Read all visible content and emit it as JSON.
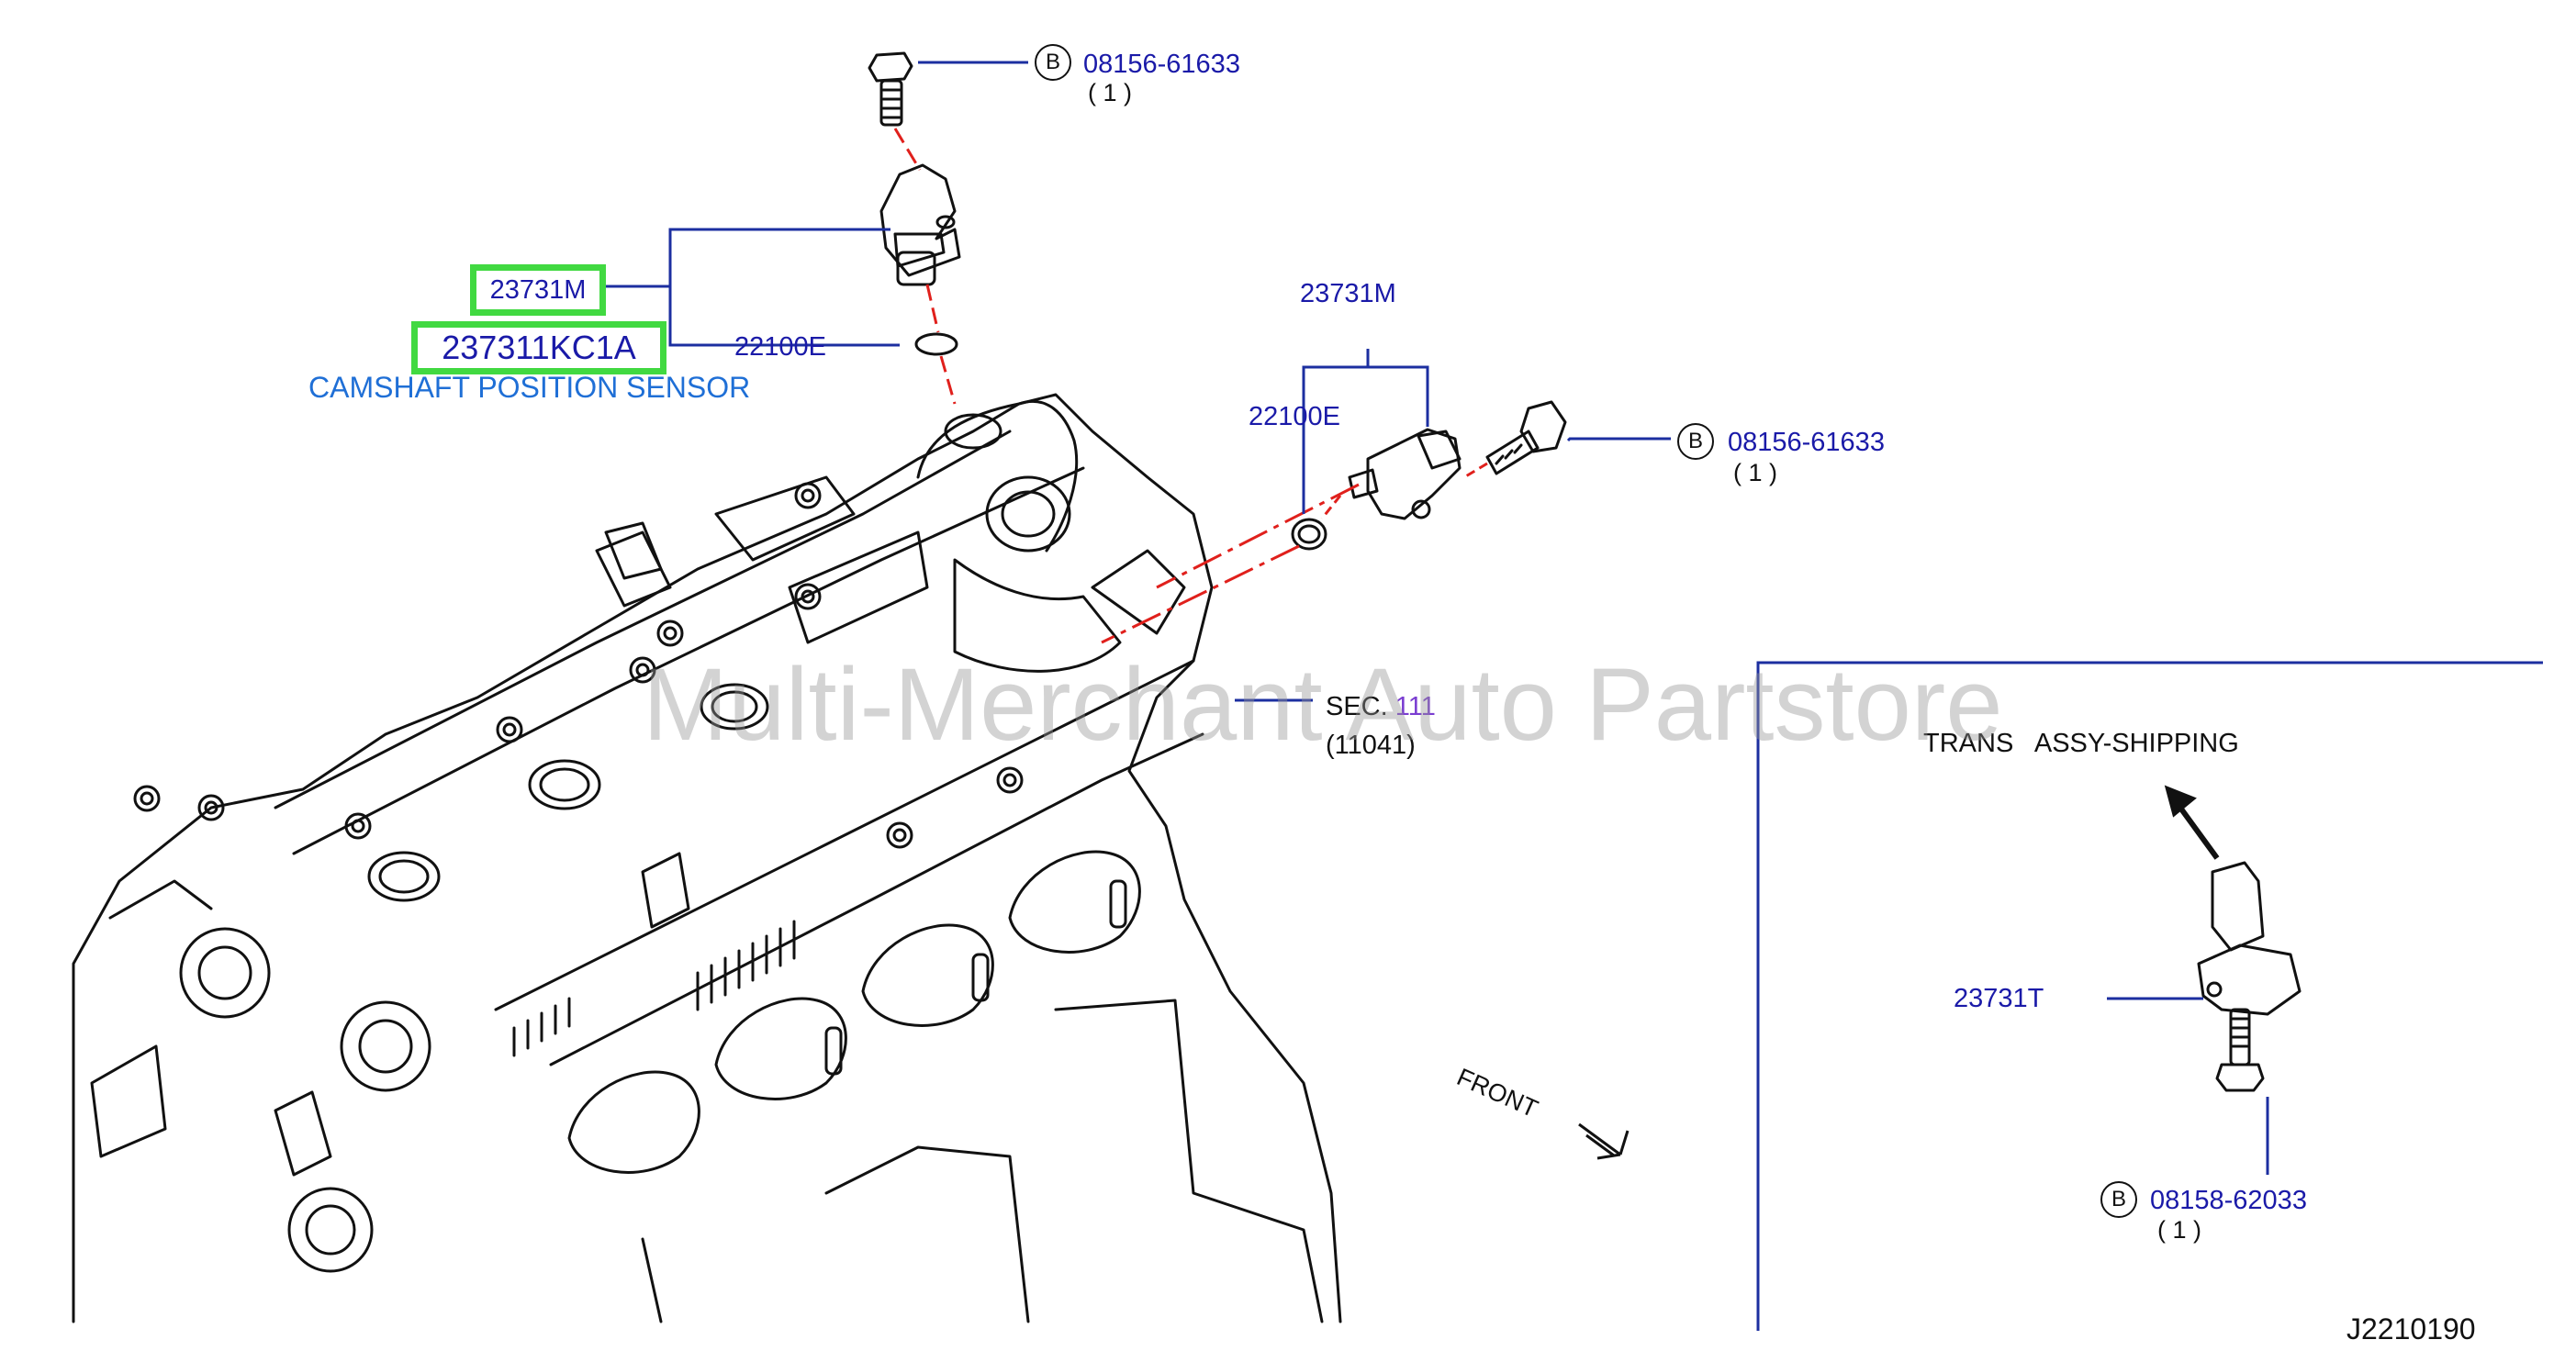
{
  "labels": {
    "top_bolt_part": "08156-61633",
    "top_bolt_qty": "( 1 )",
    "b_mark": "B",
    "hl_part_1": "23731M",
    "hl_part_2": "237311KC1A",
    "caption": "CAMSHAFT POSITION SENSOR",
    "oring_left": "22100E",
    "sensor_right_part": "23731M",
    "oring_right": "22100E",
    "right_bolt_part": "08156-61633",
    "right_bolt_qty": "( 1 )",
    "sec_prefix": "SEC.",
    "sec_number": "111",
    "sec_ref": "(11041)",
    "trans_title": "TRANS   ASSY-SHIPPING",
    "trans_sensor_part": "23731T",
    "trans_bolt_part": "08158-62033",
    "trans_bolt_qty": "( 1 )",
    "front": "FRONT",
    "diagram_id": "J2210190",
    "watermark": "Multi-Merchant Auto Partstore"
  },
  "colors": {
    "label_blue": "#1a1aa8",
    "caption_blue": "#1f6fd6",
    "highlight_green": "#41d941",
    "axis_red": "#e0201c",
    "leader_blue": "#1c2fa0"
  }
}
